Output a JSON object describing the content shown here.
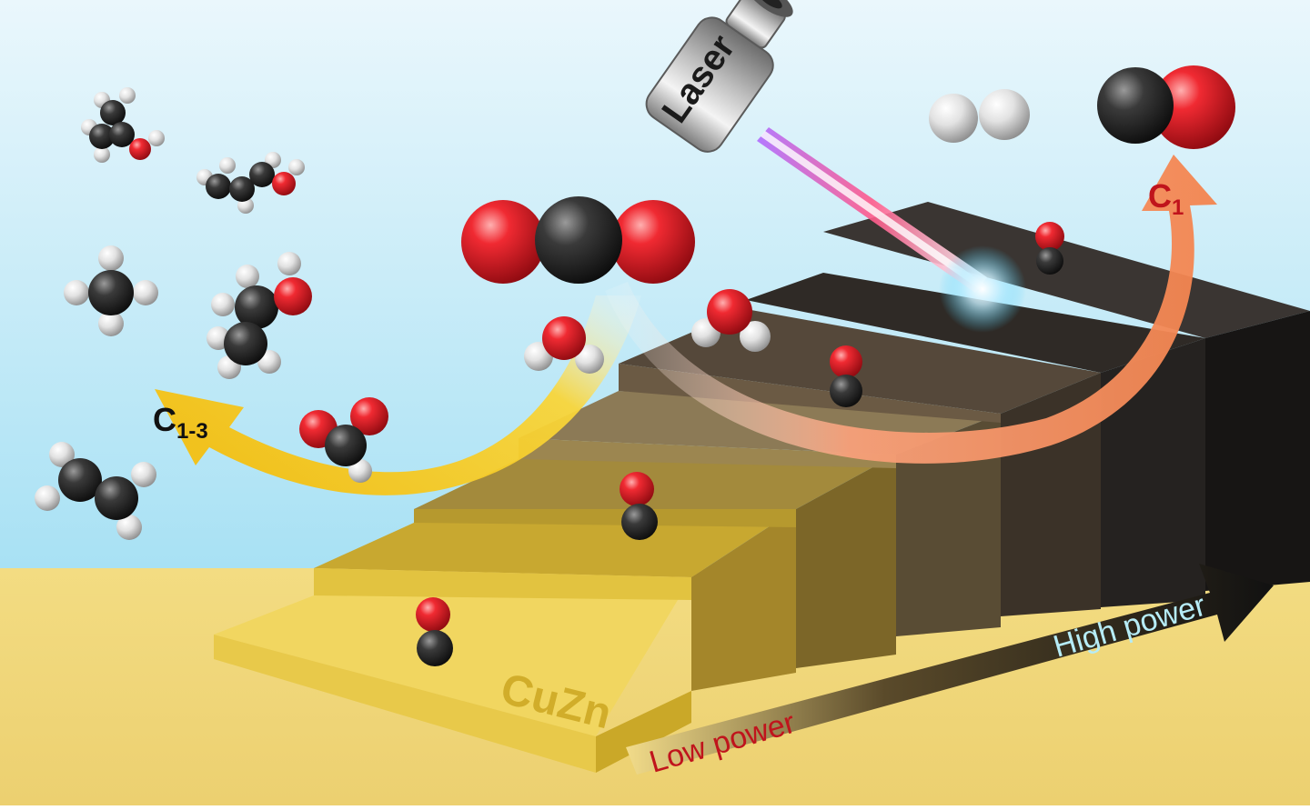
{
  "labels": {
    "laser": "Laser",
    "c1": "C",
    "c1_sub": "1",
    "c13": "C",
    "c13_sub": "1-3",
    "cuzn": "CuZn",
    "low_power": "Low power",
    "high_power": "High power"
  },
  "colors": {
    "sky_top": "#dff2fb",
    "sky_bottom": "#a9e3f6",
    "floor": "#f1da80",
    "carbon": "#222222",
    "oxygen": "#d8141e",
    "hydrogen": "#d4d4d4",
    "arrow_yellow": "#f6c51b",
    "arrow_orange": "#f5895a",
    "label_red": "#c0141c",
    "label_blue": "#b6ecf6"
  }
}
